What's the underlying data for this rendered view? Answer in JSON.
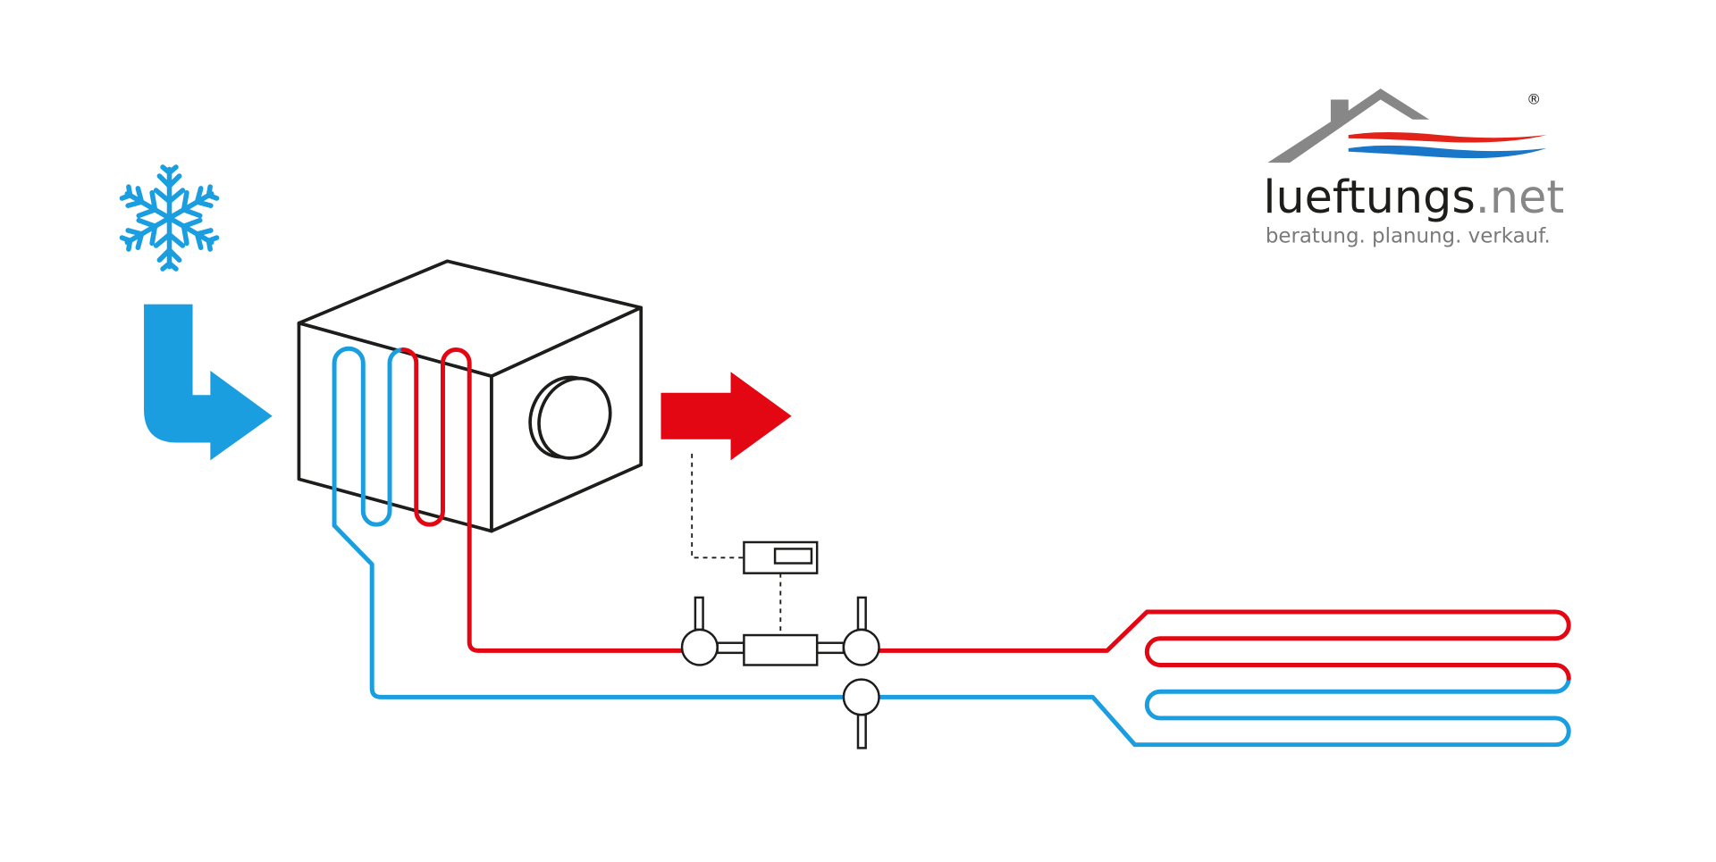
{
  "logo": {
    "name_part1": "lueftungs",
    "name_part2": ".net",
    "tagline": "beratung. planung. verkauf.",
    "registered_mark": "®"
  },
  "colors": {
    "cold_blue": "#1a9ee0",
    "hot_red": "#e30613",
    "outline": "#1d1d1b",
    "logo_gray": "#878787",
    "logo_red": "#e2231a",
    "logo_blue": "#1976c8"
  },
  "icons": [
    "snowflake-icon",
    "cold-air-inlet-arrow",
    "warm-air-outlet-arrow"
  ]
}
